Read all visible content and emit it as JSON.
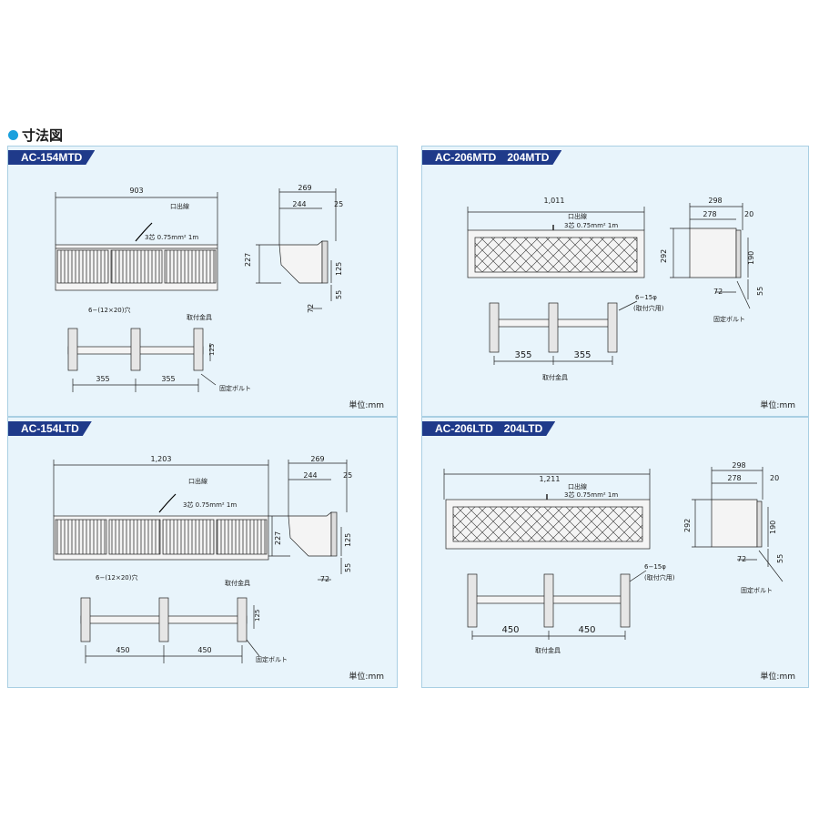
{
  "heading": "寸法図",
  "unit_label": "単位:mm",
  "panels": [
    {
      "title": "AC-154MTD",
      "width": "903",
      "cable_name": "口出線",
      "cable_spec": "3芯 0.75mm² 1m",
      "depth_total": "269",
      "depth_body": "244",
      "depth_lip": "25",
      "height": "227",
      "side_125": "125",
      "side_55": "55",
      "side_72": "72",
      "holes": "6−(12×20)穴",
      "bracket": "取付金具",
      "bracket_h": "125",
      "pitch1": "355",
      "pitch2": "355",
      "bolt": "固定ボルト"
    },
    {
      "title": "AC-206MTD　204MTD",
      "width": "1,011",
      "cable_name": "口出線",
      "cable_spec": "3芯 0.75mm² 1m",
      "depth_total": "298",
      "depth_body": "278",
      "depth_lip": "20",
      "height": "292",
      "side_190": "190",
      "side_55": "55",
      "side_72": "72",
      "holes": "6−15φ",
      "holes_note": "(取付穴用)",
      "bracket": "取付金具",
      "pitch1": "355",
      "pitch2": "355",
      "bolt": "固定ボルト"
    },
    {
      "title": "AC-154LTD",
      "width": "1,203",
      "cable_name": "口出線",
      "cable_spec": "3芯 0.75mm² 1m",
      "depth_total": "269",
      "depth_body": "244",
      "depth_lip": "25",
      "height": "227",
      "side_125": "125",
      "side_55": "55",
      "side_72": "72",
      "holes": "6−(12×20)穴",
      "bracket": "取付金具",
      "bracket_h": "125",
      "pitch1": "450",
      "pitch2": "450",
      "bolt": "固定ボルト"
    },
    {
      "title": "AC-206LTD　204LTD",
      "width": "1,211",
      "cable_name": "口出線",
      "cable_spec": "3芯 0.75mm² 1m",
      "depth_total": "298",
      "depth_body": "278",
      "depth_lip": "20",
      "height": "292",
      "side_190": "190",
      "side_55": "55",
      "side_72": "72",
      "holes": "6−15φ",
      "holes_note": "(取付穴用)",
      "bracket": "取付金具",
      "pitch1": "450",
      "pitch2": "450",
      "bolt": "固定ボルト"
    }
  ],
  "colors": {
    "panel_bg": "#e8f4fb",
    "tab_bg": "#1f3a8a",
    "bullet": "#1aa0dd"
  }
}
